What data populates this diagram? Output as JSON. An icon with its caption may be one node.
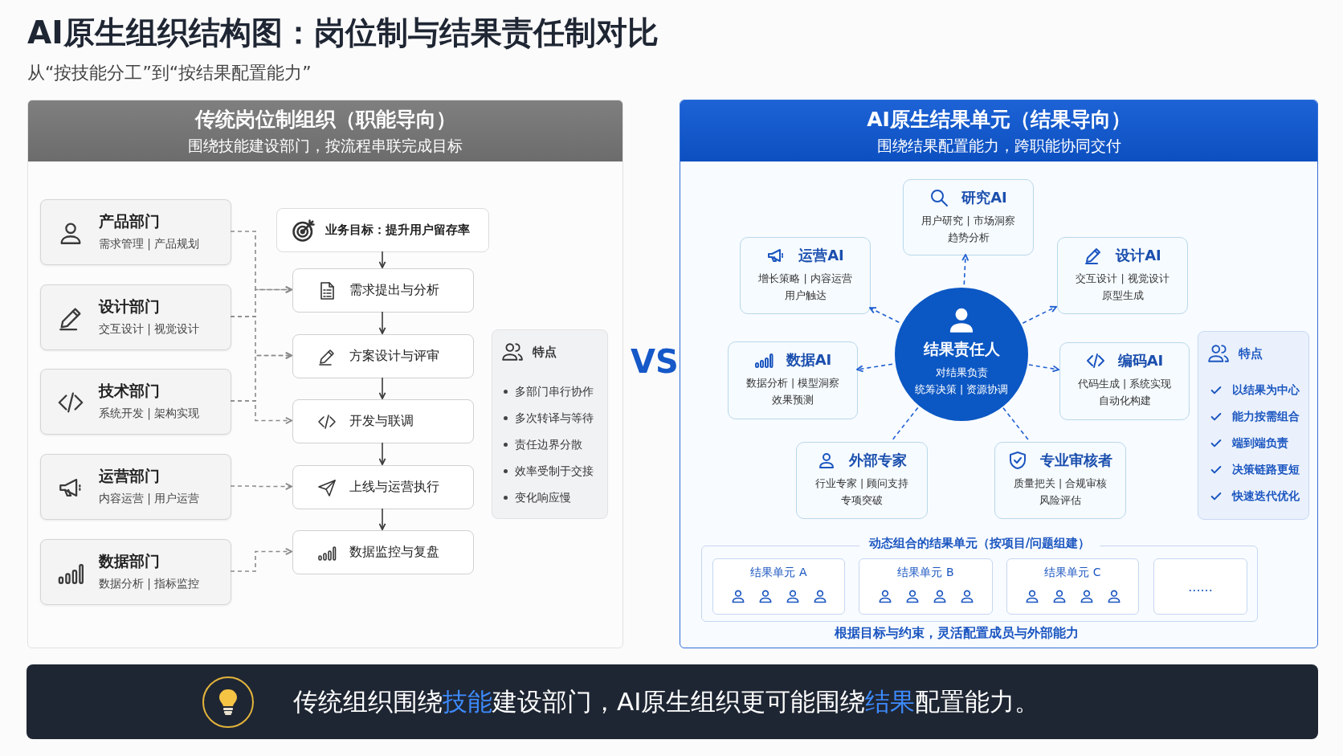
{
  "diagram": {
    "title": "AI原生组织结构图：岗位制与结果责任制对比",
    "nodes": [
      {
        "text": [
          "传统岗位制组织（职能导向）",
          "围绕技能建设部门，按流程串联完成目标"
        ]
      },
      {
        "text": [
          "产品部门",
          "需求管理 | 产品规划"
        ],
        "in": 0
      },
      {
        "text": [
          "设计部门",
          "交互设计 | 视觉设计"
        ],
        "in": 0
      },
      {
        "text": [
          "技术部门",
          "系统开发 | 架构实现"
        ],
        "in": 0
      },
      {
        "text": [
          "运营部门",
          "内容运营 | 用户运营"
        ],
        "in": 0
      },
      {
        "text": [
          "数据部门",
          "数据分析 | 指标监控"
        ],
        "in": 0
      },
      {
        "text": [
          "业务目标：提升用户留存率"
        ],
        "in": 0
      },
      {
        "text": [
          "需求提出与分析"
        ],
        "in": 0
      },
      {
        "text": [
          "方案设计与评审"
        ],
        "in": 0
      },
      {
        "text": [
          "开发与联调"
        ],
        "in": 0
      },
      {
        "text": [
          "上线与运营执行"
        ],
        "in": 0
      },
      {
        "text": [
          "数据监控与复盘"
        ],
        "in": 0
      },
      {
        "text": [
          "特点",
          "多部门串行协作",
          "多次转译与等待",
          "责任边界分散",
          "效率受制于交接",
          "变化响应慢"
        ],
        "in": 0
      },
      {
        "text": [
          "AI原生结果单元（结果导向）",
          "围绕结果配置能力，跨职能协同交付"
        ]
      },
      {
        "text": [
          "研究AI",
          "用户研究 | 市场洞察",
          "趋势分析"
        ],
        "in": 13
      },
      {
        "text": [
          "运营AI",
          "增长策略 | 内容运营",
          "用户触达"
        ],
        "in": 13
      },
      {
        "text": [
          "设计AI",
          "交互设计 | 视觉设计",
          "原型生成"
        ],
        "in": 13
      },
      {
        "text": [
          "结果责任人",
          "对结果负责",
          "统筹决策 | 资源协调"
        ],
        "in": 13
      },
      {
        "text": [
          "数据AI",
          "数据分析 | 模型洞察",
          "效果预测"
        ],
        "in": 13
      },
      {
        "text": [
          "编码AI",
          "代码生成 | 系统实现",
          "自动化构建"
        ],
        "in": 13
      },
      {
        "text": [
          "外部专家",
          "行业专家 | 顾问支持",
          "专项突破"
        ],
        "in": 13
      },
      {
        "text": [
          "专业审核者",
          "质量把关 | 合规审核",
          "风险评估"
        ],
        "in": 13
      },
      {
        "text": [
          "特点",
          "以结果为中心",
          "能力按需组合",
          "端到端负责",
          "决策链路更短",
          "快速迭代优化"
        ],
        "in": 13
      },
      {
        "text": [
          "动态组合的结果单元（按项目/问题组建）"
        ],
        "in": 13
      },
      {
        "text": [
          "结果单元 A"
        ],
        "in": 23
      },
      {
        "text": [
          "结果单元 B"
        ],
        "in": 23
      },
      {
        "text": [
          "结果单元 C"
        ],
        "in": 23
      },
      {
        "text": [
          "......"
        ],
        "in": 23
      },
      {
        "text": [
          "传统组织围绕**技能**建设部门，AI原生组织更可能围绕**结果**配置能力。"
        ]
      }
    ],
    "edges": [
      {
        "from": 6,
        "to": 7,
        "arrow": "to"
      },
      {
        "from": 7,
        "to": 8,
        "arrow": "to"
      },
      {
        "from": 8,
        "to": 9,
        "arrow": "to"
      },
      {
        "from": 9,
        "to": 10,
        "arrow": "to"
      },
      {
        "from": 10,
        "to": 11,
        "arrow": "to"
      },
      {
        "from": 1,
        "to": 7,
        "arrow": "to",
        "style": "dashed",
        "color": "#8a8a8a"
      },
      {
        "from": 2,
        "to": 7,
        "arrow": "to",
        "style": "dashed",
        "color": "#8a8a8a"
      },
      {
        "from": 2,
        "to": 8,
        "arrow": "to",
        "style": "dashed",
        "color": "#8a8a8a"
      },
      {
        "from": 3,
        "to": 8,
        "arrow": "to",
        "style": "dashed",
        "color": "#8a8a8a"
      },
      {
        "from": 3,
        "to": 9,
        "arrow": "to",
        "style": "dashed",
        "color": "#8a8a8a"
      },
      {
        "from": 4,
        "to": 10,
        "arrow": "to",
        "style": "dashed",
        "color": "#8a8a8a"
      },
      {
        "from": 5,
        "to": 11,
        "arrow": "to",
        "style": "dashed",
        "color": "#8a8a8a"
      },
      {
        "from": 17,
        "to": 14,
        "arrow": "to",
        "style": "dashed",
        "color": "#1f5fd1"
      },
      {
        "from": 17,
        "to": 15,
        "arrow": "to",
        "style": "dashed",
        "color": "#1f5fd1"
      },
      {
        "from": 17,
        "to": 16,
        "arrow": "to",
        "style": "dashed",
        "color": "#1f5fd1"
      },
      {
        "from": 17,
        "to": 18,
        "arrow": "to",
        "style": "dashed",
        "color": "#1f5fd1"
      },
      {
        "from": 17,
        "to": 19,
        "arrow": "to",
        "style": "dashed",
        "color": "#1f5fd1"
      },
      {
        "from": 17,
        "to": 20,
        "arrow": "none",
        "style": "dashed",
        "color": "#1f5fd1"
      },
      {
        "from": 17,
        "to": 21,
        "arrow": "none",
        "style": "dashed",
        "color": "#1f5fd1"
      }
    ],
    "labels": [
      "从“按技能分工”到“按结果配置能力”",
      "VS",
      "根据目标与约束，灵活配置成员与外部能力"
    ]
  }
}
